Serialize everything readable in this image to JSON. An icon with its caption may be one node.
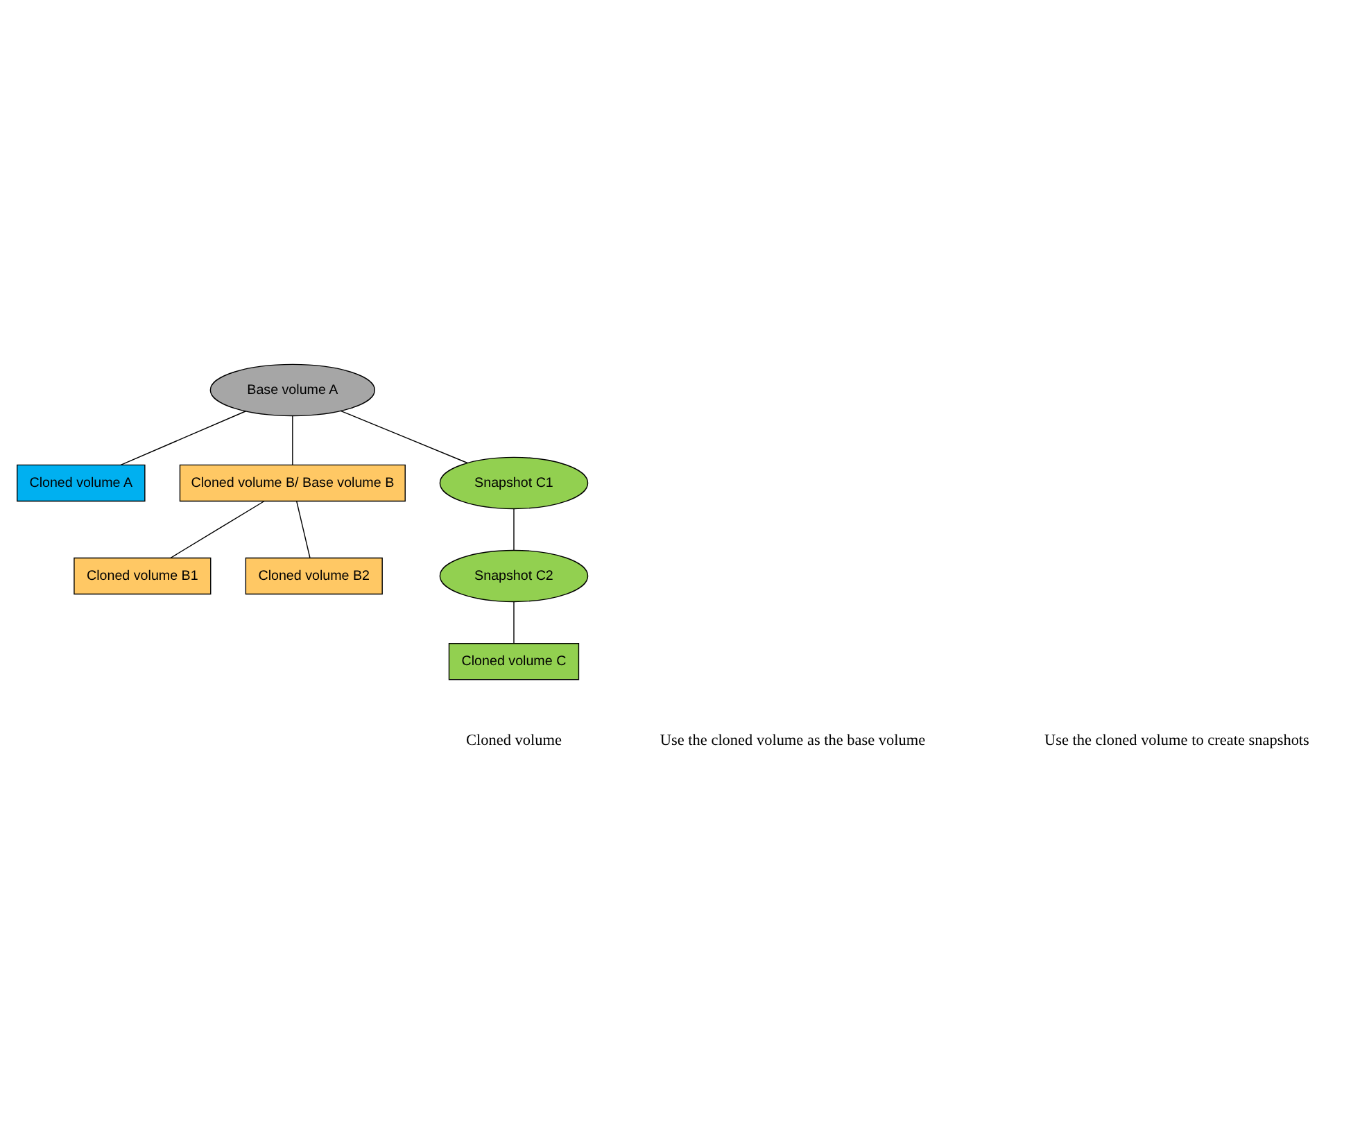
{
  "diagram": {
    "nodes": [
      {
        "text": [
          "Base volume A"
        ]
      },
      {
        "text": [
          "Cloned volume A"
        ]
      },
      {
        "text": [
          "Cloned volume B/ Base volume B"
        ]
      },
      {
        "text": [
          "Cloned volume B1"
        ]
      },
      {
        "text": [
          "Cloned volume B2"
        ]
      },
      {
        "text": [
          "Snapshot C1"
        ]
      },
      {
        "text": [
          "Snapshot C2"
        ]
      },
      {
        "text": [
          "Cloned volume C"
        ]
      }
    ],
    "edges": [
      {
        "from": 0,
        "to": 1,
        "arrow": "none"
      },
      {
        "from": 0,
        "to": 2,
        "arrow": "none"
      },
      {
        "from": 0,
        "to": 5,
        "arrow": "none"
      },
      {
        "from": 2,
        "to": 3,
        "arrow": "none"
      },
      {
        "from": 2,
        "to": 4,
        "arrow": "none"
      },
      {
        "from": 5,
        "to": 6,
        "arrow": "none"
      },
      {
        "from": 6,
        "to": 7,
        "arrow": "none"
      }
    ],
    "labels": [
      "Cloned volume",
      "Use the cloned volume as the base volume",
      "Use the cloned volume to create snapshots"
    ]
  }
}
